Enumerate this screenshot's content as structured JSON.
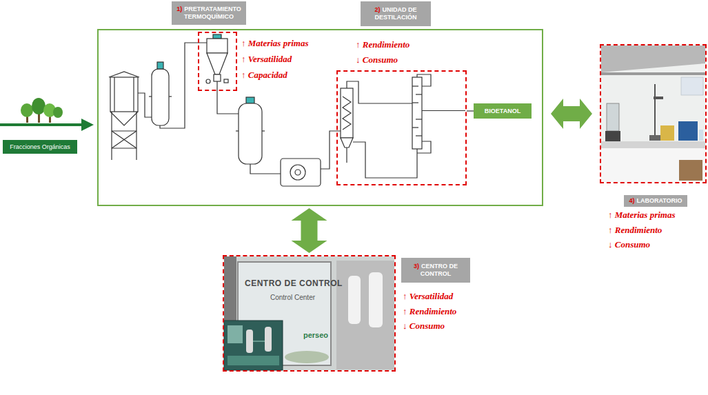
{
  "diagram": {
    "nodes": [
      {
        "text": [
          "Fracciones Orgánicas"
        ]
      },
      {
        "text": [
          "1)",
          "PRETRATAMIENTO TERMOQUÍMICO"
        ]
      },
      {
        "text": [
          "2)",
          "UNIDAD DE DESTILACIÓN"
        ]
      },
      {
        "text": []
      },
      {
        "text": [
          "↑ Materias primas",
          "↑ Versatilidad",
          "↑ Capacidad"
        ],
        "in": 3
      },
      {
        "text": [
          "↑ Rendimiento",
          "↓ Consumo"
        ],
        "in": 3
      },
      {
        "text": [
          "BIOETANOL"
        ],
        "in": 3
      },
      {
        "text": [
          "↑ Materias primas",
          "↑ Rendimiento",
          "↓ Consumo"
        ]
      },
      {
        "text": [
          "4)",
          "LABORATORIO"
        ]
      },
      {
        "text": [
          "↑ Versatilidad",
          "↑ Rendimiento",
          "↓ Consumo"
        ]
      },
      {
        "text": [
          "3)",
          "CENTRO DE CONTROL"
        ]
      }
    ],
    "edges": [
      {
        "from": 5,
        "to": 6,
        "arrow": "none"
      },
      {
        "from": 3,
        "to": 7,
        "arrow": "both"
      },
      {
        "from": 3,
        "to": 9,
        "arrow": "both"
      }
    ],
    "labels": [
      "CENTRO DE CONTROL",
      "Control Center",
      "perseo"
    ]
  }
}
